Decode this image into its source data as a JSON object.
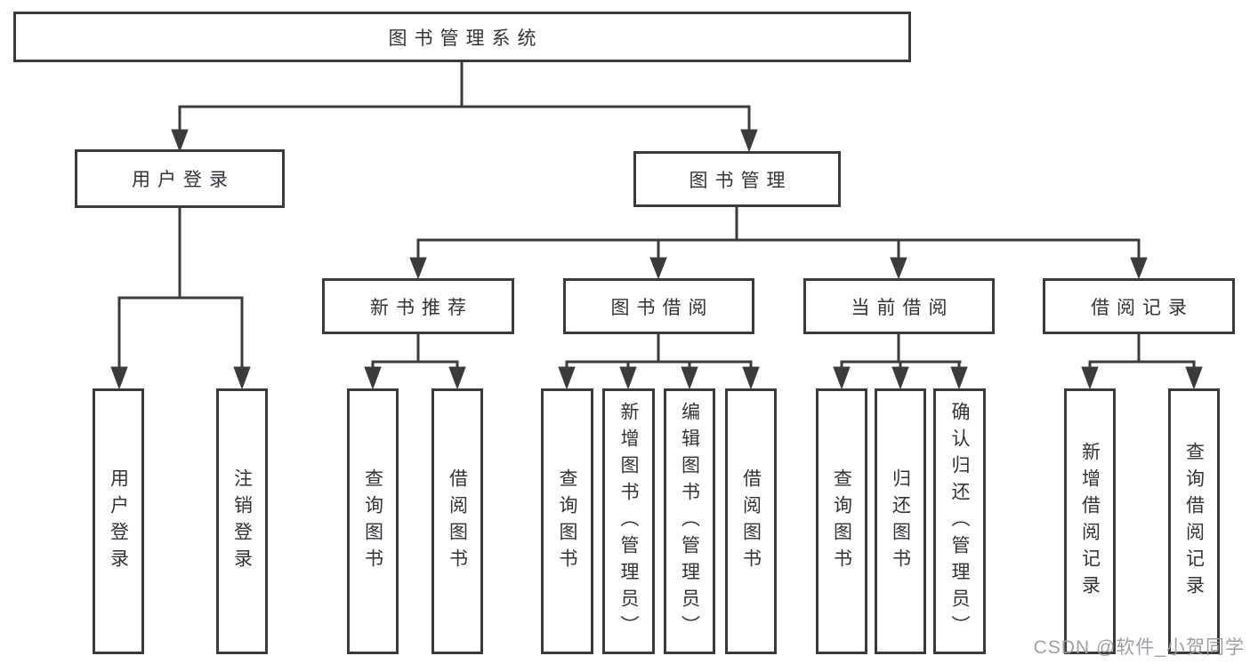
{
  "tree": {
    "root": {
      "label": "图书管理系统"
    },
    "branches": [
      {
        "label": "用户登录",
        "children": [
          {
            "label": "用户登录"
          },
          {
            "label": "注销登录"
          }
        ]
      },
      {
        "label": "图书管理",
        "children": [
          {
            "label": "新书推荐",
            "children": [
              {
                "label": "查询图书"
              },
              {
                "label": "借阅图书"
              }
            ]
          },
          {
            "label": "图书借阅",
            "children": [
              {
                "label": "查询图书"
              },
              {
                "label": "新增图书（管理员）"
              },
              {
                "label": "编辑图书（管理员）"
              },
              {
                "label": "借阅图书"
              }
            ]
          },
          {
            "label": "当前借阅",
            "children": [
              {
                "label": "查询图书"
              },
              {
                "label": "归还图书"
              },
              {
                "label": "确认归还（管理员）"
              }
            ]
          },
          {
            "label": "借阅记录",
            "children": [
              {
                "label": "新增借阅记录"
              },
              {
                "label": "查询借阅记录"
              }
            ]
          }
        ]
      }
    ]
  },
  "watermark": "CSDN @软件_小贺同学",
  "colors": {
    "line": "#3b3b3b",
    "text": "#33333a",
    "watermark": "#9a9aa0",
    "background": "#ffffff"
  }
}
